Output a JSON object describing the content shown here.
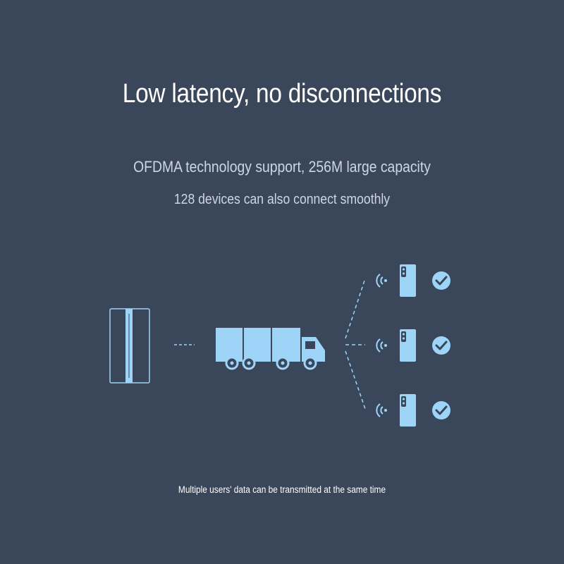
{
  "heading": "Low latency, no disconnections",
  "subheading_1": "OFDMA technology support, 256M large capacity",
  "subheading_2": "128 devices can also connect smoothly",
  "caption": "Multiple users' data can be transmitted at the same time",
  "colors": {
    "background": "#3a4659",
    "accent": "#9dd4f7",
    "text": "#ffffff"
  },
  "icons": [
    "router-icon",
    "truck-icon",
    "phone-icon",
    "wifi-signal-icon",
    "check-circle-icon"
  ]
}
